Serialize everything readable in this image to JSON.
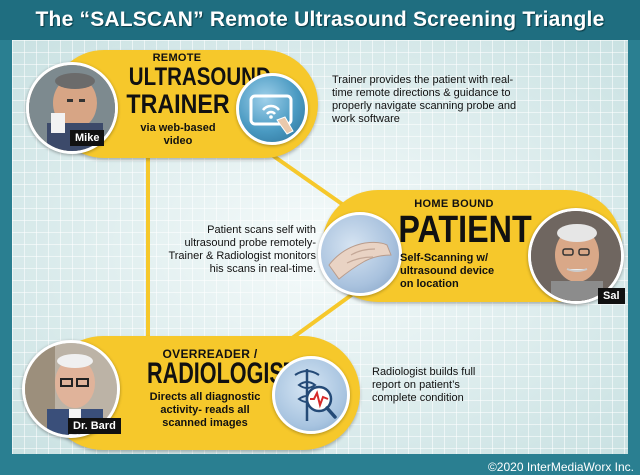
{
  "title": "The “SALSCAN” Remote Ultrasound Screening Triangle",
  "trainer": {
    "label_small": "REMOTE",
    "label_big_1": "ULTRASOUND",
    "label_big_2": "TRAINER",
    "sub": "via web-based video",
    "person": "Mike",
    "note": "Trainer provides the patient with real-time remote directions & guidance to properly navigate scanning probe and work software"
  },
  "patient": {
    "label_small": "HOME BOUND",
    "label_big": "PATIENT",
    "sub": "Self-Scanning w/ ultrasound device on location",
    "person": "Sal",
    "note": "Patient scans self with ultrasound probe remotely- Trainer & Radiologist monitors his scans in real-time."
  },
  "radiologist": {
    "label_small": "OVERREADER /",
    "label_big": "RADIOLOGIST",
    "sub": "Directs all diagnostic activity- reads all scanned images",
    "person": "Dr. Bard",
    "note": "Radiologist builds full report on patient’s complete condition"
  },
  "copyright": "©2020 InterMediaWorx Inc.",
  "colors": {
    "frame": "#2a7f91",
    "pill": "#f6c82b",
    "link": "#f6c82b",
    "icon_bg": "#3f8fb3"
  },
  "icons": [
    "tablet-wifi-icon",
    "hand-probe-icon",
    "caduceus-heartbeat-icon"
  ]
}
